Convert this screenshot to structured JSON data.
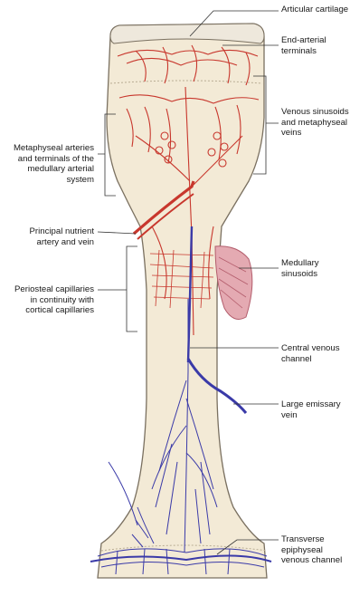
{
  "labels": {
    "articular_cartilage": "Articular cartilage",
    "end_arterial_terminals": "End-arterial\nterminals",
    "venous_sinusoids": "Venous sinusoids\nand metaphyseal\nveins",
    "metaphyseal_arteries": "Metaphyseal arteries\nand terminals of the\nmedullary arterial\nsystem",
    "principal_nutrient": "Principal nutrient\nartery and vein",
    "medullary_sinusoids": "Medullary\nsinusoids",
    "periosteal_capillaries": "Periosteal capillaries\nin continuity with\ncortical capillaries",
    "central_venous_channel": "Central venous\nchannel",
    "large_emissary_vein": "Large emissary\nvein",
    "transverse_epiphyseal": "Transverse\nepiphyseal\nvenous channel"
  },
  "colors": {
    "bone": "#f3ead6",
    "bone_outline": "#7a7060",
    "cartilage": "#eee8dc",
    "artery": "#c8372d",
    "vein": "#3a3aa8",
    "sinusoid": "#d98a95",
    "leader": "#333333"
  }
}
